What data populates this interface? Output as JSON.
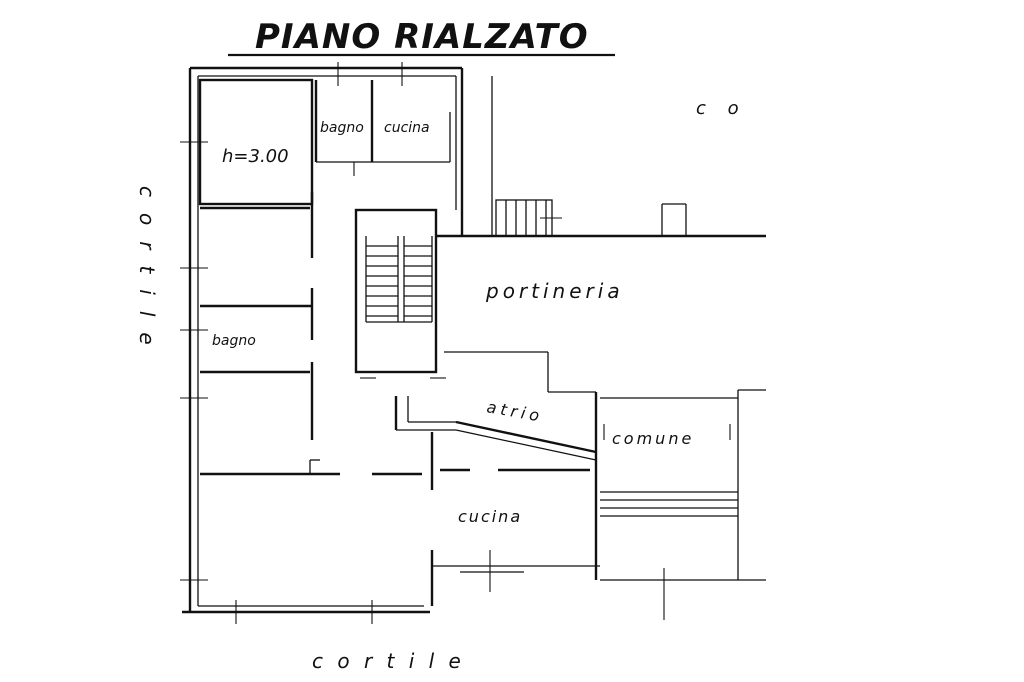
{
  "title": "PIANO RIALZATO",
  "height_note": "h=3.00",
  "rooms": {
    "bagno_top": "bagno",
    "cucina_top": "cucina",
    "bagno_left": "bagno",
    "portineria": "portineria",
    "atrio": "atrio",
    "comune": "comune",
    "cucina_bottom": "cucina"
  },
  "surroundings": {
    "cortile_left": "cortile",
    "cortile_bottom": "c o r t i l e",
    "corner_top_right": "c o"
  }
}
